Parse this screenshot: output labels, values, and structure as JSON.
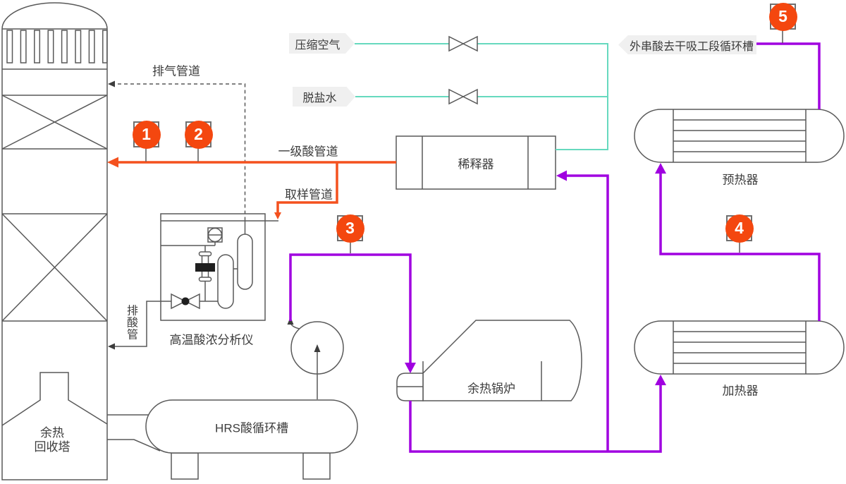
{
  "colors": {
    "line": "#595959",
    "text": "#3d3d3d",
    "orange": "#f4511e",
    "purple": "#a000e0",
    "teal": "#66d9be",
    "tagbg": "#f0f0f0",
    "marker": "#f4470f"
  },
  "labels": {
    "exhaust_pipe": "排气管道",
    "primary_acid_pipe": "一级酸管道",
    "sampling_pipe": "取样管道",
    "acid_drain_pipe": "排酸管",
    "analyzer": "高温酸浓分析仪",
    "tower_line1": "余热",
    "tower_line2": "回收塔",
    "hrs_tank": "HRS酸循环槽",
    "boiler": "余热锅炉",
    "diluter": "稀释器",
    "preheater": "预热器",
    "heater": "加热器",
    "compressed_air": "压缩空气",
    "demineralized_water": "脱盐水",
    "external_acid": "外串酸去干吸工段循环槽"
  },
  "markers": [
    {
      "number": "1"
    },
    {
      "number": "2"
    },
    {
      "number": "3"
    },
    {
      "number": "4"
    },
    {
      "number": "5"
    }
  ]
}
